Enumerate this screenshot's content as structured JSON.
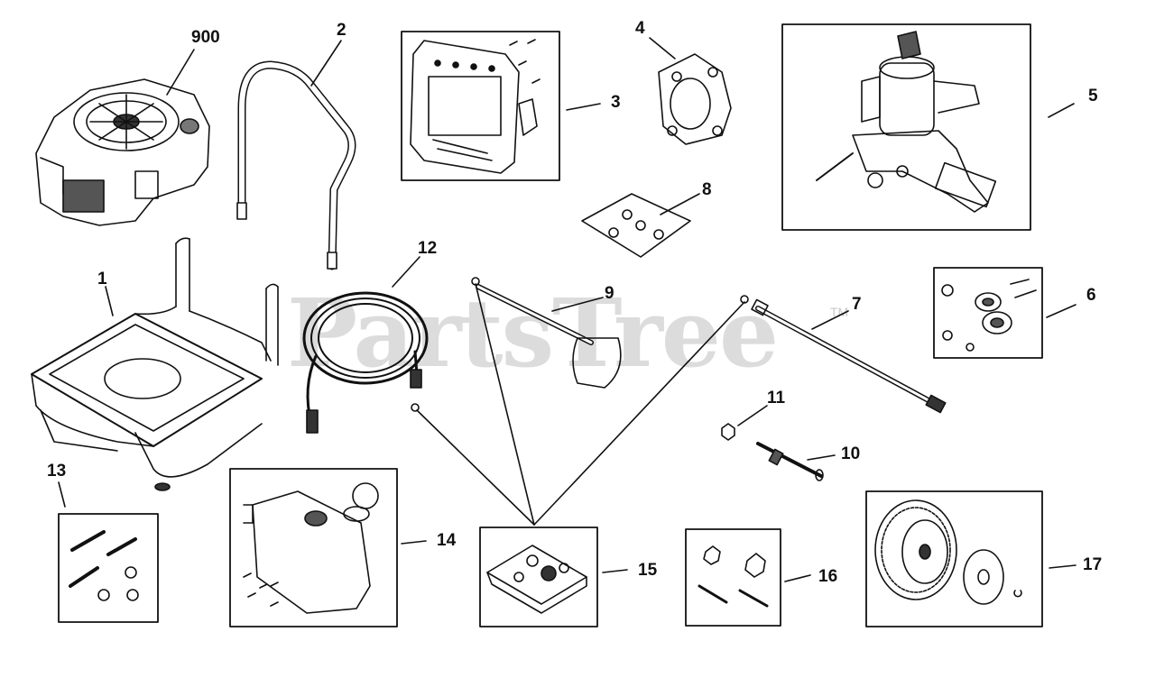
{
  "watermark": {
    "text": "PartsTree",
    "trademark": "TM"
  },
  "callouts": {
    "p900": "900",
    "p1": "1",
    "p2": "2",
    "p3": "3",
    "p4": "4",
    "p5": "5",
    "p6": "6",
    "p7": "7",
    "p8": "8",
    "p9": "9",
    "p10": "10",
    "p11": "11",
    "p12": "12",
    "p13": "13",
    "p14": "14",
    "p15": "15",
    "p16": "16",
    "p17": "17"
  },
  "colors": {
    "line": "#111111",
    "watermark": "#dcdcdc",
    "background": "#ffffff"
  }
}
